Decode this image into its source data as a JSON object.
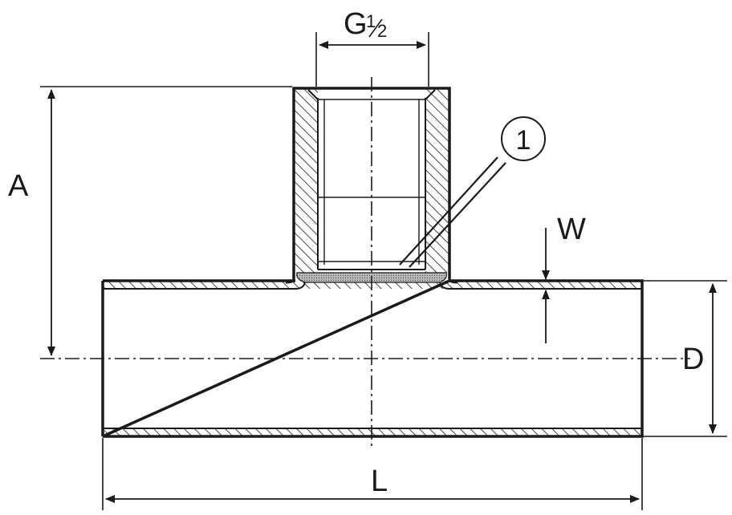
{
  "labels": {
    "thread_prefix": "G",
    "thread_fraction_num": "1",
    "thread_fraction_den": "2",
    "A": "A",
    "W": "W",
    "D": "D",
    "L": "L",
    "callout_1": "1"
  }
}
